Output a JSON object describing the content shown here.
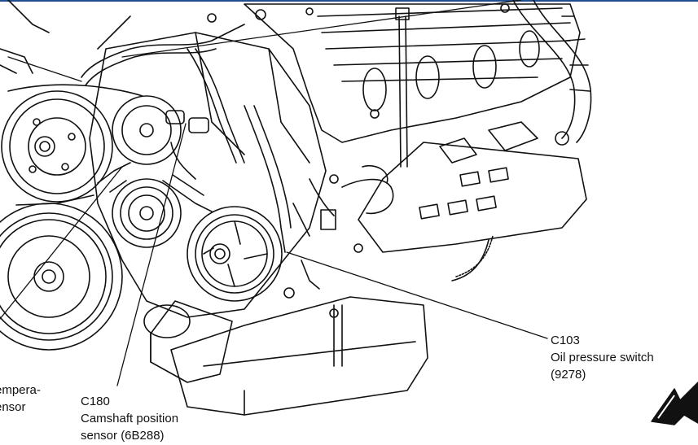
{
  "frame_color": "#1f4f8f",
  "line_color": "#111111",
  "callouts": {
    "oil_pressure": {
      "connector": "C103",
      "name": "Oil pressure switch",
      "part": "(9278)"
    },
    "camshaft": {
      "connector": "C180",
      "name": "Camshaft position",
      "part": "sensor (6B288)"
    },
    "coolant_temp": {
      "line1": "empera-",
      "line2": "ensor"
    }
  },
  "icons": {
    "direction_arrow": "forward-arrow-icon"
  }
}
